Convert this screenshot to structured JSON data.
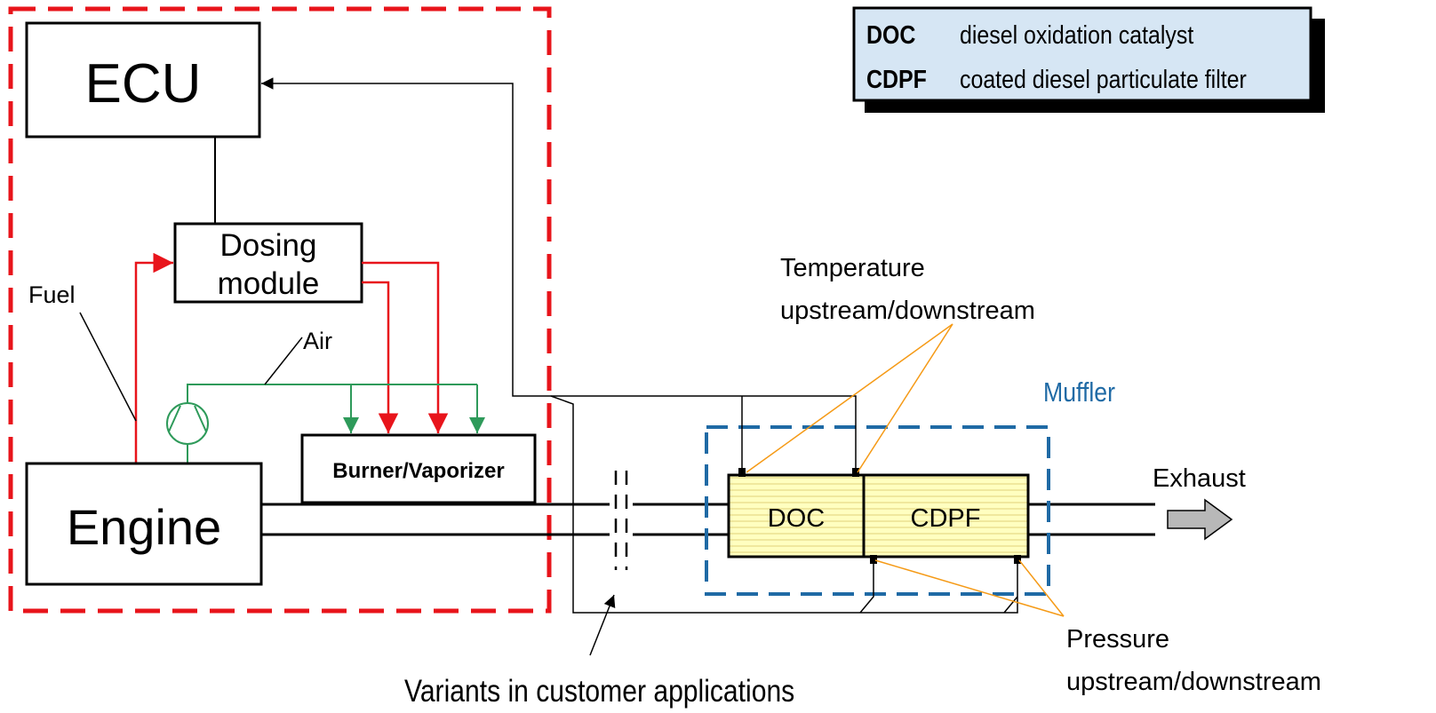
{
  "legend": {
    "rows": [
      {
        "abbr": "DOC",
        "desc": "diesel oxidation catalyst"
      },
      {
        "abbr": "CDPF",
        "desc": "coated diesel particulate filter"
      }
    ]
  },
  "blocks": {
    "ecu": "ECU",
    "dosing_line1": "Dosing",
    "dosing_line2": "module",
    "burner": "Burner/Vaporizer",
    "engine": "Engine",
    "doc": "DOC",
    "cdpf": "CDPF"
  },
  "labels": {
    "fuel": "Fuel",
    "air": "Air",
    "temperature_line1": "Temperature",
    "temperature_line2": "upstream/downstream",
    "muffler": "Muffler",
    "exhaust": "Exhaust",
    "pressure_line1": "Pressure",
    "pressure_line2": "upstream/downstream",
    "variants": "Variants in customer applications"
  },
  "colors": {
    "system_boundary": "#e8141b",
    "fuel_line": "#e8141b",
    "air_line": "#2e9a5a",
    "muffler_boundary": "#1f6aa5",
    "muffler_label": "#1f6aa5",
    "sensor_leader": "#f59a16",
    "legend_fill": "#d6e6f4",
    "catalyst_fill": "#ffffc0",
    "exhaust_arrow": "#b8b8b8"
  }
}
